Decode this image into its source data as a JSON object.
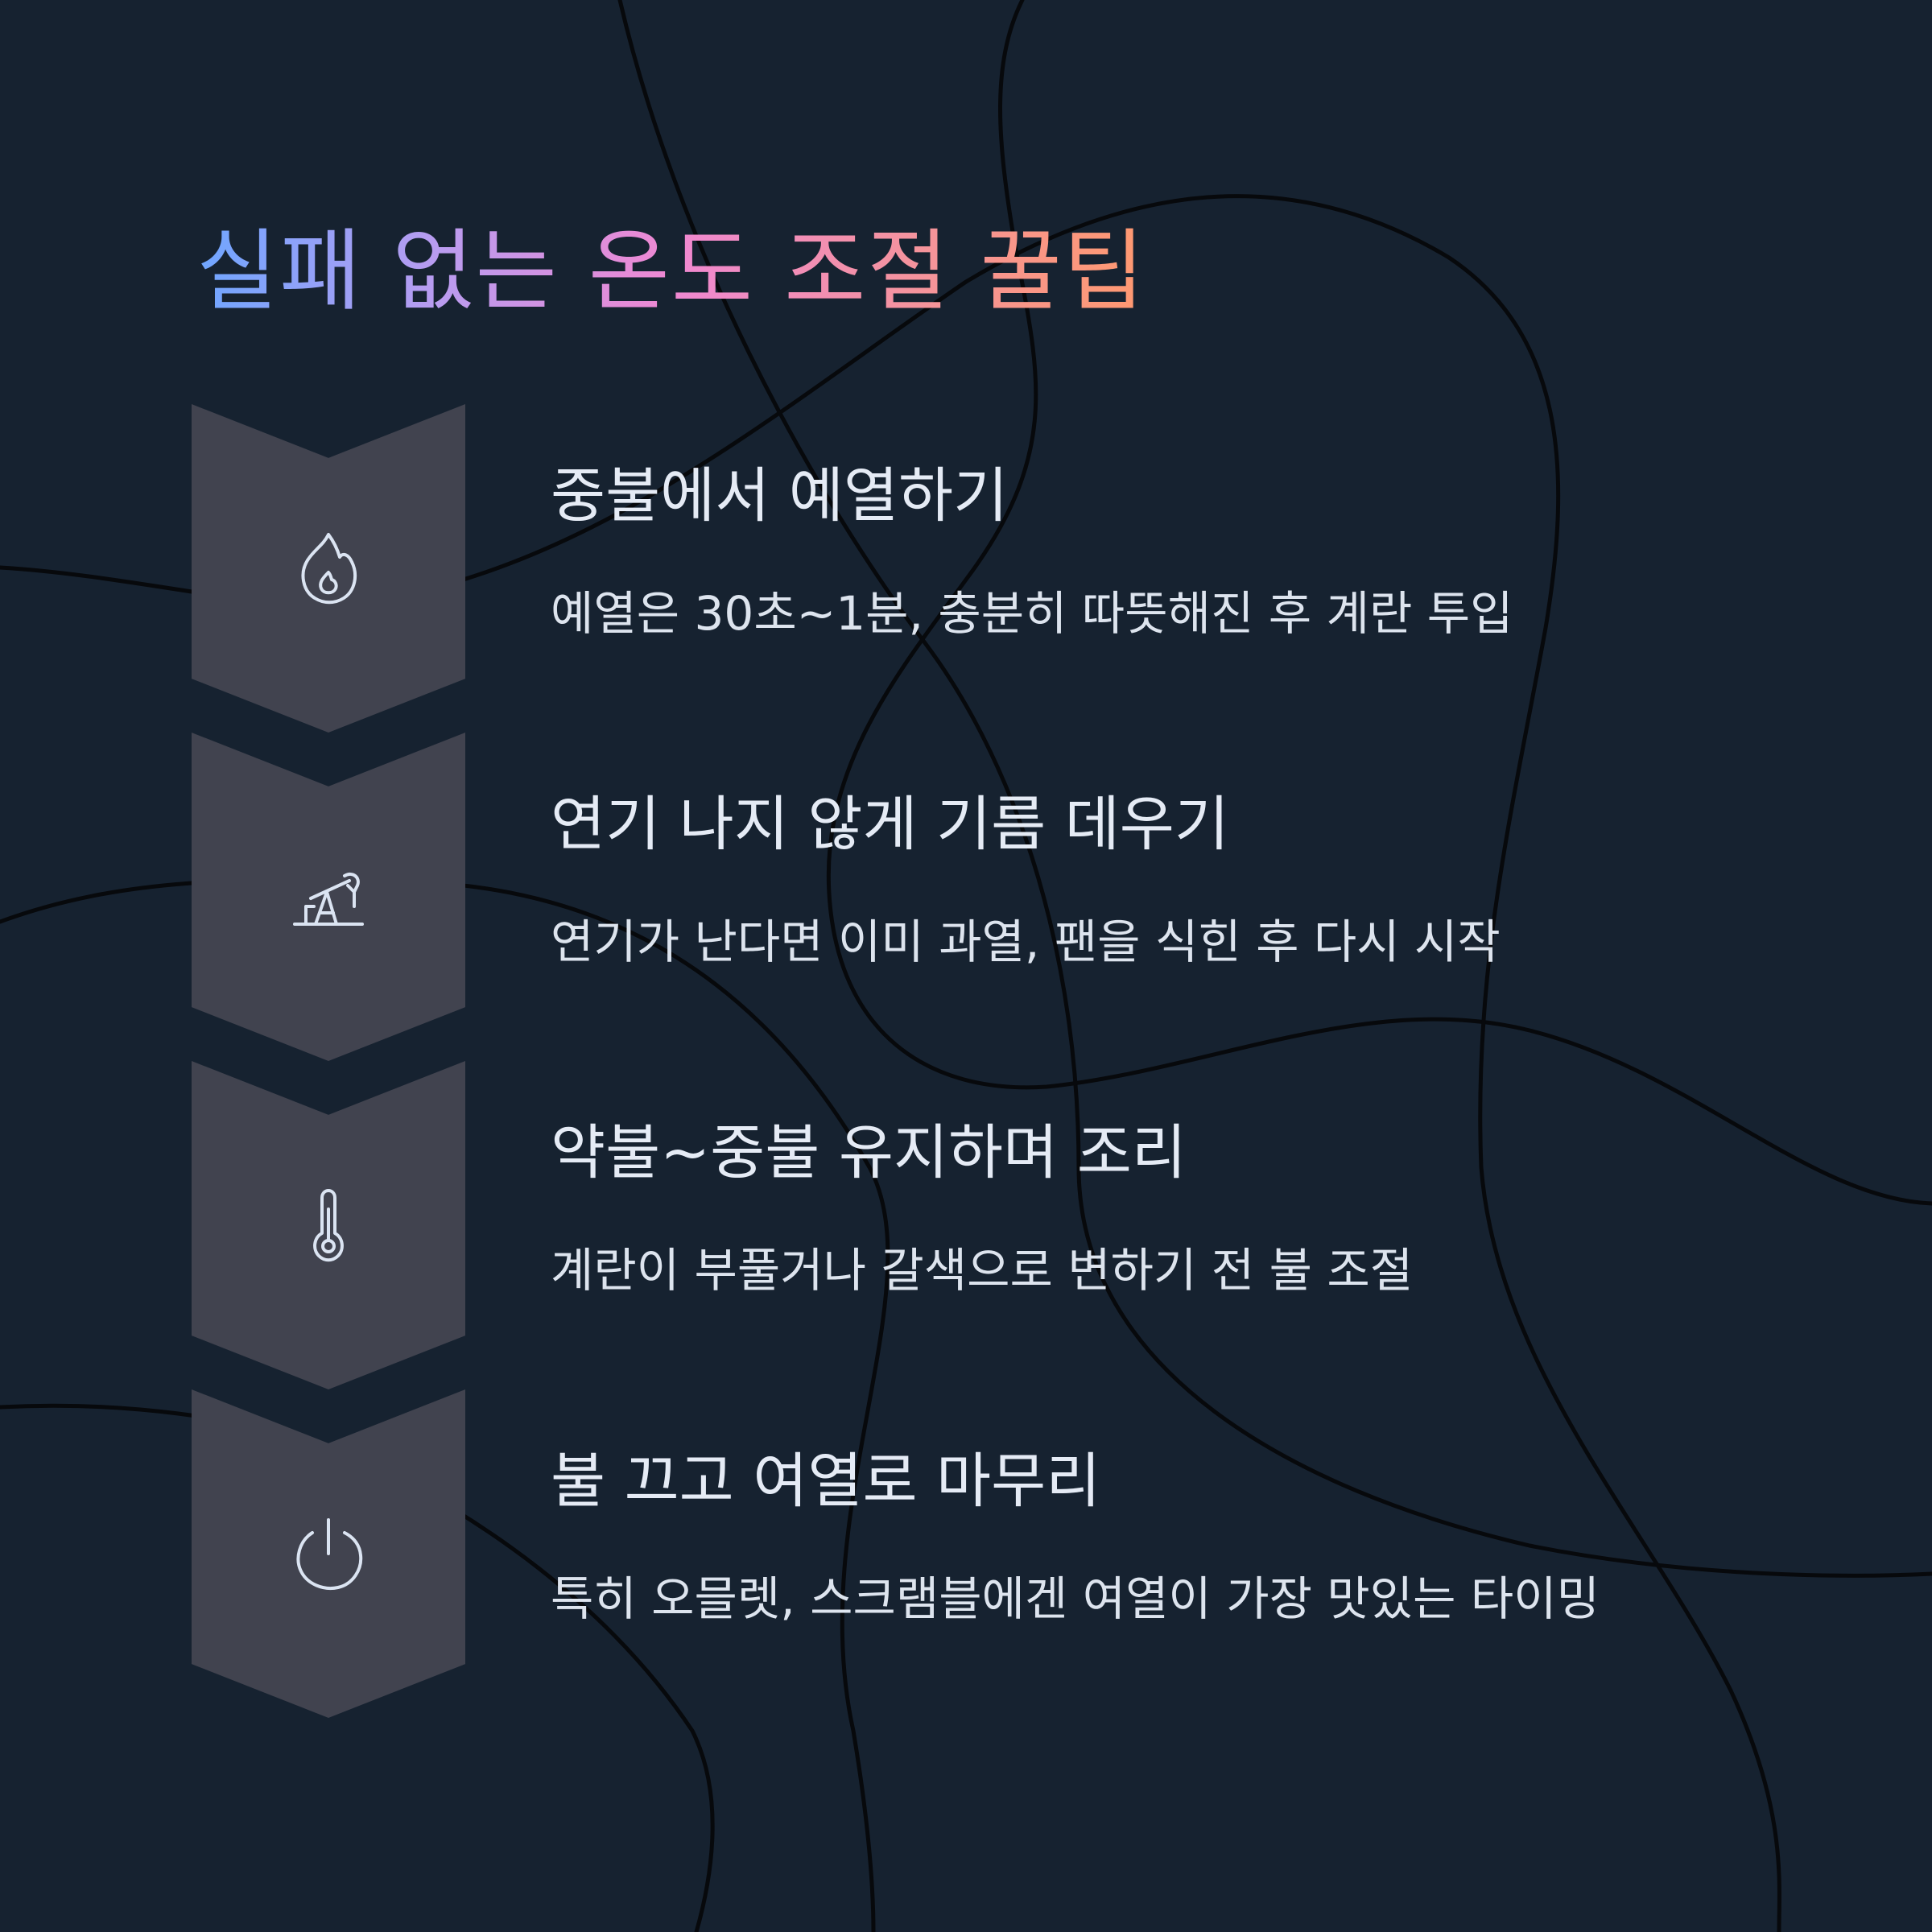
{
  "title": "실패 없는 온도 조절 꿀팁",
  "colors": {
    "background": "#162230",
    "chevron": "#41434f",
    "title_gradient": [
      "#6fa6ff",
      "#b89cf0",
      "#ef88d2",
      "#f4939e",
      "#ff9970"
    ],
    "text": "#e5ebf5"
  },
  "steps": [
    {
      "icon": "flame-icon",
      "title": "중불에서 예열하기",
      "desc": "예열은 30초~1분, 충분히 따뜻해진 후 계란 투입"
    },
    {
      "icon": "oil-pump-icon",
      "title": "연기 나지 않게 기름 데우기",
      "desc": "연기가 난다면 이미 과열, 팬을 식힌 후 다시 시작"
    },
    {
      "icon": "thermometer-icon",
      "title": "약불~중불 유지하며 조리",
      "desc": "계란이 부풀거나 갈색으로 변하기 전 불 조절"
    },
    {
      "icon": "power-icon",
      "title": "불 끄고 여열로 마무리",
      "desc": "특히 오믈렛, 스크램블에겐 여열이 가장 맛있는 타이밍"
    }
  ]
}
